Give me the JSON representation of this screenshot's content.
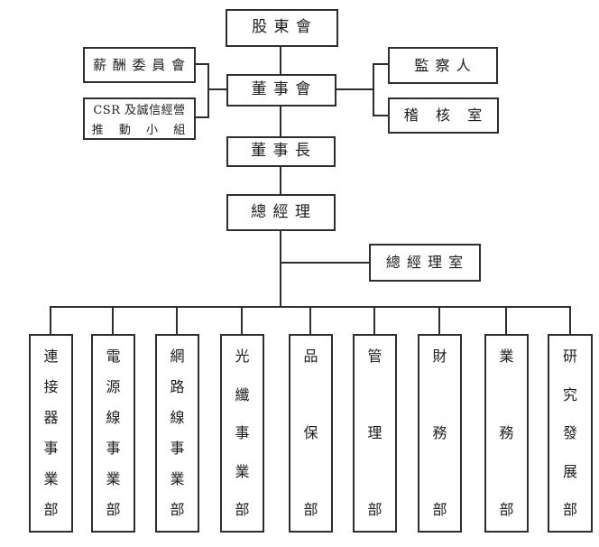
{
  "colors": {
    "background": "#ffffff",
    "line": "#2e2e2e",
    "text": "#1c1c1c"
  },
  "nodes": {
    "shareholders": {
      "label": "股 東 會"
    },
    "compensation_committee": {
      "label": "薪 酬 委 員 會"
    },
    "board_of_directors": {
      "label": "董 事 會"
    },
    "supervisors": {
      "label": "監 察 人"
    },
    "csr_group": {
      "line1": "CSR 及誠信經營",
      "line2": "推 動 小 組"
    },
    "audit_office": {
      "label": "稽   核   室"
    },
    "chairman": {
      "label": "董 事 長"
    },
    "general_manager": {
      "label": "總 經 理"
    },
    "general_manager_office": {
      "label": "總 經 理 室"
    }
  },
  "departments": [
    {
      "name": "連接器事業部"
    },
    {
      "name": "電源線事業部"
    },
    {
      "name": "網路線事業部"
    },
    {
      "name": "光纖事業部"
    },
    {
      "name": "品保部"
    },
    {
      "name": "管理部"
    },
    {
      "name": "財務部"
    },
    {
      "name": "業務部"
    },
    {
      "name": "研究發展部"
    }
  ]
}
